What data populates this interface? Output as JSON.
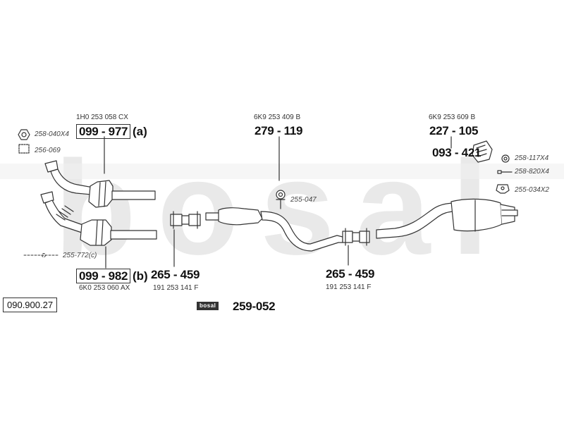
{
  "brand": {
    "watermark": "bosal"
  },
  "diagram_ref": "090.900.27",
  "parts": [
    {
      "id": "cat-a",
      "oem": "1H0 253 058 CX",
      "pn": "099 - 977",
      "suffix": "(a)"
    },
    {
      "id": "cat-b",
      "oem": "6K0 253 060 AX",
      "pn": "099 - 982",
      "suffix": "(b)"
    },
    {
      "id": "clamp-1",
      "oem": "191 253 141 F",
      "pn": "265 - 459"
    },
    {
      "id": "mid-pipe",
      "oem": "6K9 253 409 B",
      "pn": "279 - 119"
    },
    {
      "id": "clamp-2",
      "oem": "191 253 141 F",
      "pn": "265 - 459"
    },
    {
      "id": "rear-muffler",
      "oem": "6K9 253 609 B",
      "pn": "227 - 105"
    },
    {
      "id": "bracket",
      "pn": "093 - 421"
    }
  ],
  "accessories": [
    {
      "id": "nut",
      "code": "258-040X4",
      "icon": "nut-icon"
    },
    {
      "id": "gasket",
      "code": "256-069",
      "icon": "gasket-icon"
    },
    {
      "id": "hook",
      "code": "255-772(c)",
      "icon": "hook-icon"
    },
    {
      "id": "mount-mid",
      "code": "255-047",
      "icon": "rubber-mount-icon"
    },
    {
      "id": "ring",
      "code": "258-117X4",
      "icon": "ring-icon"
    },
    {
      "id": "bolt",
      "code": "258-820X4",
      "icon": "bolt-icon"
    },
    {
      "id": "mount-rear",
      "code": "255-034X2",
      "icon": "rubber-mount-icon"
    }
  ],
  "kit": {
    "logo_text": "bosal",
    "pn": "259-052"
  }
}
